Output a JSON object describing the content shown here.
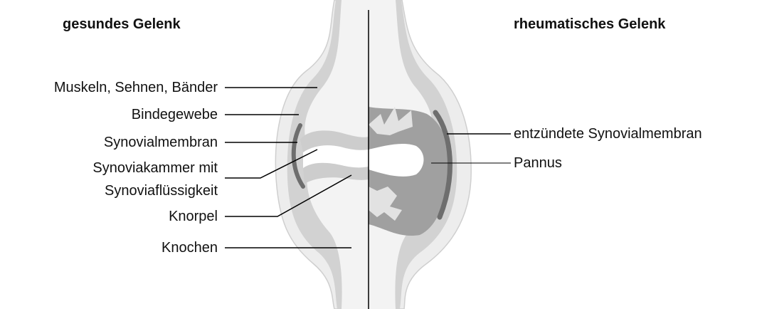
{
  "titles": {
    "left": "gesundes Gelenk",
    "right": "rheumatisches Gelenk"
  },
  "labels_left": {
    "muskeln": "Muskeln, Sehnen, Bänder",
    "bindegewebe": "Bindegewebe",
    "synovialmembran": "Synovialmembran",
    "synoviakammer_1": "Synoviakammer mit",
    "synoviakammer_2": "Synoviaflüssigkeit",
    "knorpel": "Knorpel",
    "knochen": "Knochen"
  },
  "labels_right": {
    "entzuendet": "entzündete Synovialmembran",
    "pannus": "Pannus"
  },
  "colors": {
    "outer_tissue": "#eeeeee",
    "connective": "#d0d0d0",
    "bone": "#f4f4f4",
    "cartilage": "#d6d6d6",
    "membrane": "#6e6e6e",
    "pannus": "#9a9a9a",
    "line": "#000000"
  }
}
